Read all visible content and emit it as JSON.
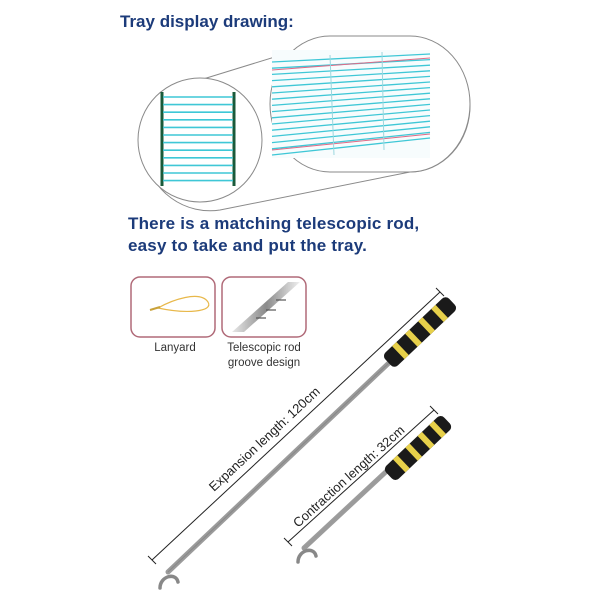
{
  "tray_section": {
    "title": "Tray display drawing:"
  },
  "rod_section": {
    "headline_line1": "There is a matching telescopic rod,",
    "headline_line2": "easy to take and put the tray."
  },
  "details": {
    "lanyard_label": "Lanyard",
    "groove_label_line1": "Telescopic rod",
    "groove_label_line2": "groove design"
  },
  "dimensions": {
    "expansion_label": "Expansion length: 120cm",
    "contraction_label": "Contraction length: 32cm"
  },
  "colors": {
    "heading": "#1c3b7a",
    "tray_lines": "#3fc7d6",
    "tray_accent": "#e06a86",
    "frame_green": "#1a5a3a",
    "detail_border": "#b06a78",
    "handle_black": "#1a1a1a",
    "handle_stripe": "#e7d04a"
  }
}
